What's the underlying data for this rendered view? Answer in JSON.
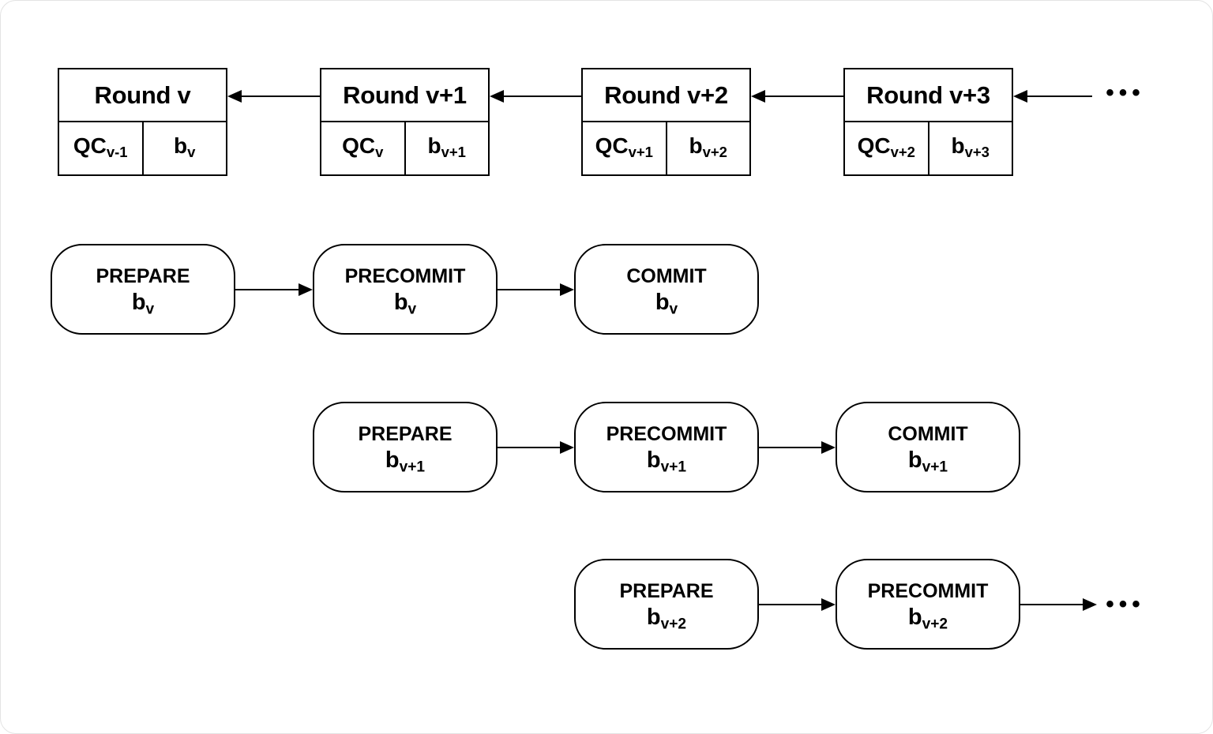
{
  "colors": {
    "background": "#ffffff",
    "stroke": "#000000",
    "text": "#000000"
  },
  "chain": {
    "rounds": [
      {
        "title": "Round v",
        "qc": {
          "main": "QC",
          "sub": "v-1"
        },
        "block": {
          "main": "b",
          "sub": "v"
        }
      },
      {
        "title": "Round v+1",
        "qc": {
          "main": "QC",
          "sub": "v"
        },
        "block": {
          "main": "b",
          "sub": "v+1"
        }
      },
      {
        "title": "Round v+2",
        "qc": {
          "main": "QC",
          "sub": "v+1"
        },
        "block": {
          "main": "b",
          "sub": "v+2"
        }
      },
      {
        "title": "Round v+3",
        "qc": {
          "main": "QC",
          "sub": "v+2"
        },
        "block": {
          "main": "b",
          "sub": "v+3"
        }
      }
    ],
    "ellipsis": "•••"
  },
  "phase_rows": [
    {
      "pills": [
        {
          "label": "PREPARE",
          "block": {
            "main": "b",
            "sub": "v"
          }
        },
        {
          "label": "PRECOMMIT",
          "block": {
            "main": "b",
            "sub": "v"
          }
        },
        {
          "label": "COMMIT",
          "block": {
            "main": "b",
            "sub": "v"
          }
        }
      ]
    },
    {
      "pills": [
        {
          "label": "PREPARE",
          "block": {
            "main": "b",
            "sub": "v+1"
          }
        },
        {
          "label": "PRECOMMIT",
          "block": {
            "main": "b",
            "sub": "v+1"
          }
        },
        {
          "label": "COMMIT",
          "block": {
            "main": "b",
            "sub": "v+1"
          }
        }
      ]
    },
    {
      "pills": [
        {
          "label": "PREPARE",
          "block": {
            "main": "b",
            "sub": "v+2"
          }
        },
        {
          "label": "PRECOMMIT",
          "block": {
            "main": "b",
            "sub": "v+2"
          }
        }
      ],
      "ellipsis": "•••"
    }
  ]
}
